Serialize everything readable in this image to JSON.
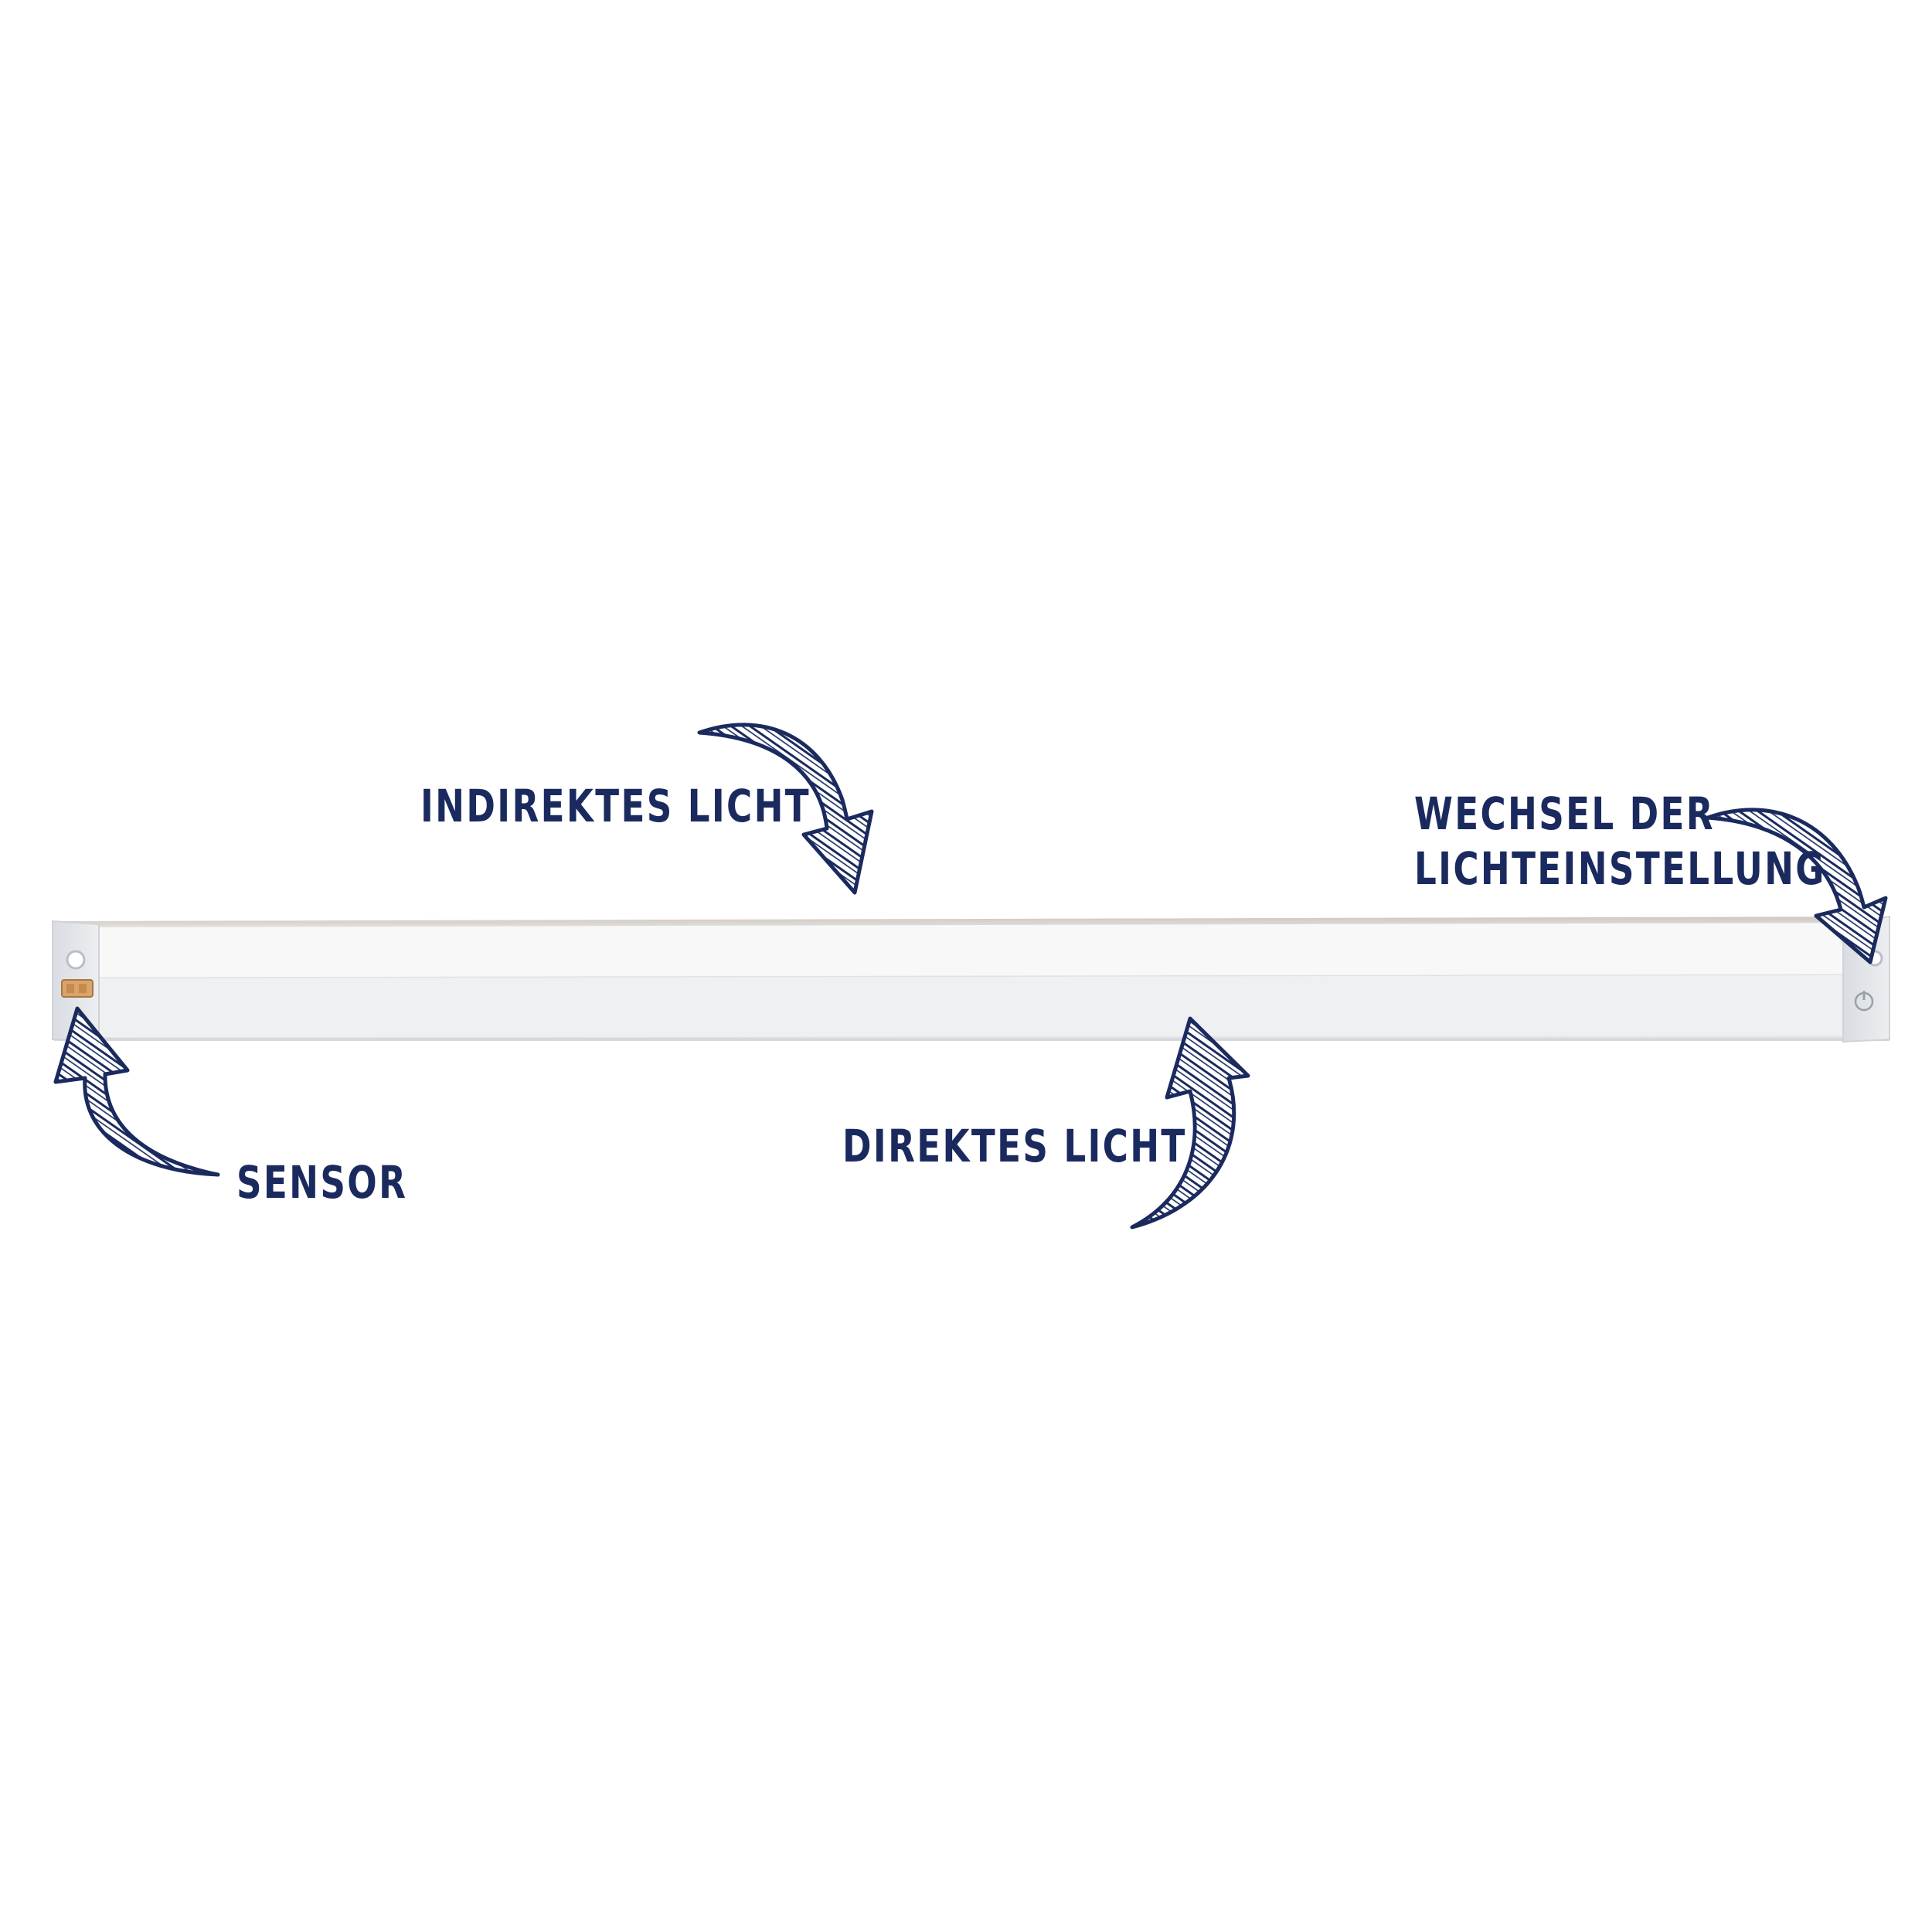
{
  "labels": {
    "indirektes_licht": "INDIREKTES LICHT",
    "wechsel_line1": "WECHSEL DER",
    "wechsel_line2": "LICHTEINSTELLUNG",
    "direktes_licht": "DIREKTES LICHT",
    "sensor": "SENSOR"
  },
  "colors": {
    "label_text": "#1b2a5e",
    "arrow": "#1b2a5e",
    "lamp_body": "#f3f4f6",
    "lamp_top_edge": "#d8d2cc",
    "sensor_window": "#d9a46a",
    "background": "#ffffff"
  },
  "icons": {
    "sensor": "sensor-icon",
    "power_button": "power-icon"
  }
}
